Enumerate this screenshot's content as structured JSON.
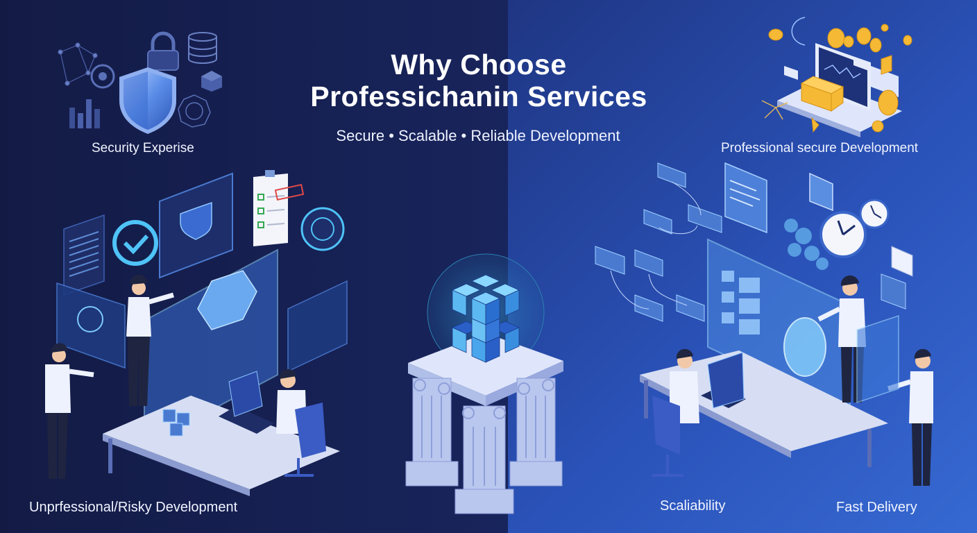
{
  "header": {
    "title_line1": "Why Choose",
    "title_line2": "Professichanin Services",
    "subtitle": "Secure • Scalable • Reliable Development"
  },
  "sections": {
    "top_left": {
      "label": "Security Experise",
      "icon": "shield-icon"
    },
    "top_right": {
      "label": "Professional secure Development",
      "icon": "laptop-coins-icon"
    },
    "bottom_left": {
      "label": "Unprfessional/Risky Development",
      "icon": "team-workstation-icon"
    },
    "center": {
      "icon": "blockchain-cube-pillars-icon"
    },
    "bottom_right_a": {
      "label": "Scaliability",
      "icon": "team-workstation-icon"
    },
    "bottom_right_b": {
      "label": "Fast Delivery",
      "icon": "clock-icon"
    }
  },
  "colors": {
    "bg_left": "#141d4a",
    "bg_center": "#1b2a66",
    "bg_right": "#3a6cd6",
    "accent_cyan": "#4fc3f7",
    "pillar": "#b9c6ee",
    "gold": "#f5b935",
    "text": "#ffffff"
  }
}
